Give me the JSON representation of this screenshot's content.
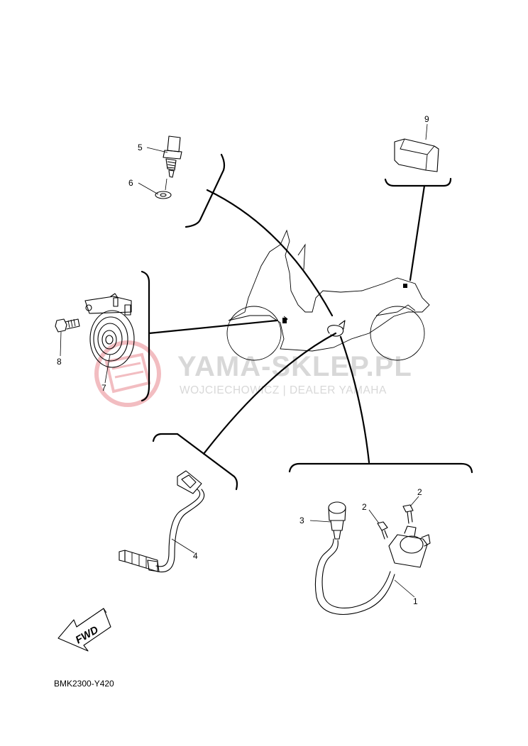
{
  "watermark": {
    "title": "YAMA-SKLEP.PL",
    "subtitle": "WOJCIECHOWICZ | DEALER YAMAHA"
  },
  "callouts": {
    "p1": "1",
    "p2a": "2",
    "p2b": "2",
    "p3": "3",
    "p4": "4",
    "p5": "5",
    "p6": "6",
    "p7": "7",
    "p8": "8",
    "p9": "9"
  },
  "fwd_label": "FWD",
  "diagram_code": "BMK2300-Y420",
  "colors": {
    "line": "#000000",
    "watermark_text": "#d8d8d8",
    "watermark_logo": "#f0b4b8"
  }
}
